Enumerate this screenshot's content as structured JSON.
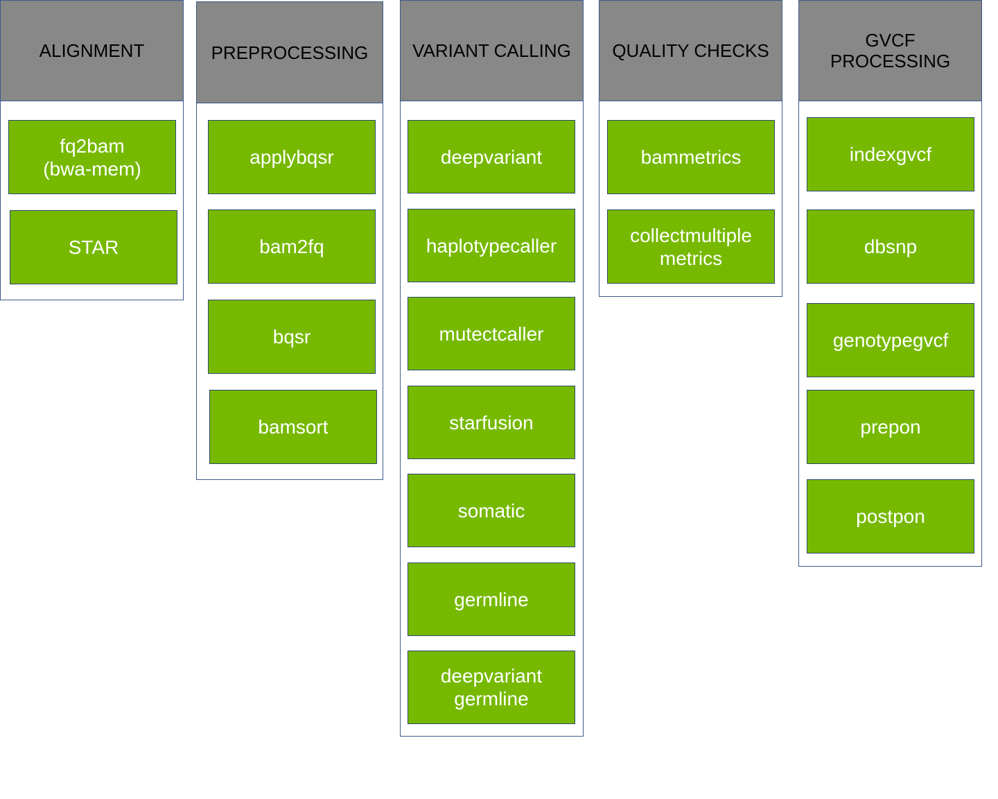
{
  "colors": {
    "header_fill": "#888888",
    "module_fill": "#76b900",
    "border": "#3b5a8a",
    "module_text": "#ffffff",
    "header_text": "#000000"
  },
  "columns": [
    {
      "title": "ALIGNMENT",
      "modules": [
        "fq2bam\n(bwa-mem)",
        "STAR"
      ]
    },
    {
      "title": "PREPROCESSING",
      "modules": [
        "applybqsr",
        "bam2fq",
        "bqsr",
        "bamsort"
      ]
    },
    {
      "title": "VARIANT CALLING",
      "modules": [
        "deepvariant",
        "haplotypecaller",
        "mutectcaller",
        "starfusion",
        "somatic",
        "germline",
        "deepvariant\ngermline"
      ]
    },
    {
      "title": "QUALITY CHECKS",
      "modules": [
        "bammetrics",
        "collectmultiple\nmetrics"
      ]
    },
    {
      "title": "GVCF\nPROCESSING",
      "modules": [
        "indexgvcf",
        "dbsnp",
        "genotypegvcf",
        "prepon",
        "postpon"
      ]
    }
  ]
}
